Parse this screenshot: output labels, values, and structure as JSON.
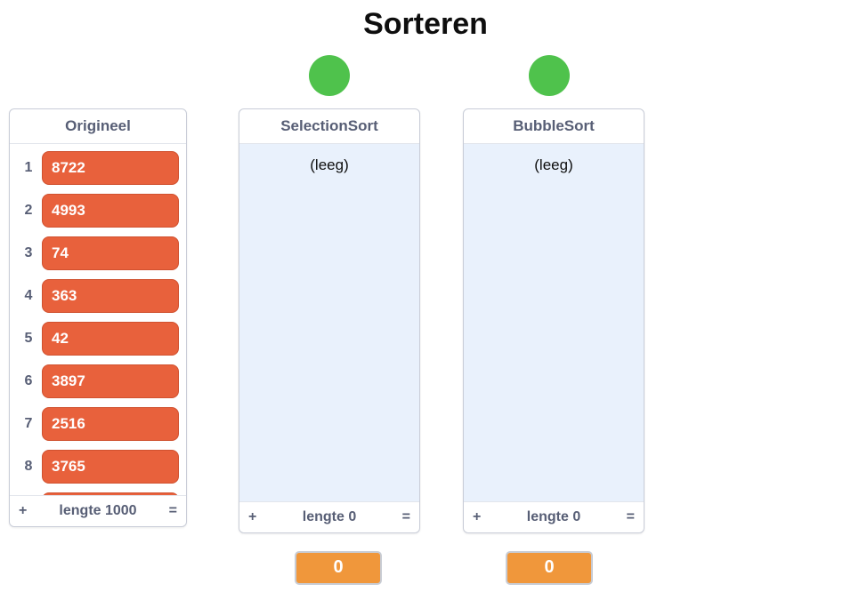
{
  "page": {
    "title": "Sorteren"
  },
  "sprites": [
    {
      "name": "green-ball-selectionsort",
      "color": "#4FC24C"
    },
    {
      "name": "green-ball-bubblesort",
      "color": "#4FC24C"
    }
  ],
  "lists": [
    {
      "title": "Origineel",
      "items": [
        {
          "index": "1",
          "value": "8722"
        },
        {
          "index": "2",
          "value": "4993"
        },
        {
          "index": "3",
          "value": "74"
        },
        {
          "index": "4",
          "value": "363"
        },
        {
          "index": "5",
          "value": "42"
        },
        {
          "index": "6",
          "value": "3897"
        },
        {
          "index": "7",
          "value": "2516"
        },
        {
          "index": "8",
          "value": "3765"
        }
      ],
      "partial_ninth_item_visible": true,
      "footer": {
        "add_label": "+",
        "length_label": "lengte 1000",
        "resize_label": "="
      }
    },
    {
      "title": "SelectionSort",
      "items": [],
      "empty_label": "(leeg)",
      "footer": {
        "add_label": "+",
        "length_label": "lengte 0",
        "resize_label": "="
      }
    },
    {
      "title": "BubbleSort",
      "items": [],
      "empty_label": "(leeg)",
      "footer": {
        "add_label": "+",
        "length_label": "lengte 0",
        "resize_label": "="
      }
    }
  ],
  "monitors": [
    {
      "value": "0"
    },
    {
      "value": "0"
    }
  ],
  "colors": {
    "list_item_fill": "#E8613C",
    "monitor_fill": "#F0973B",
    "sprite_green": "#4FC24C",
    "slate_text": "#575E75",
    "empty_body_blue": "#E9F1FC"
  }
}
